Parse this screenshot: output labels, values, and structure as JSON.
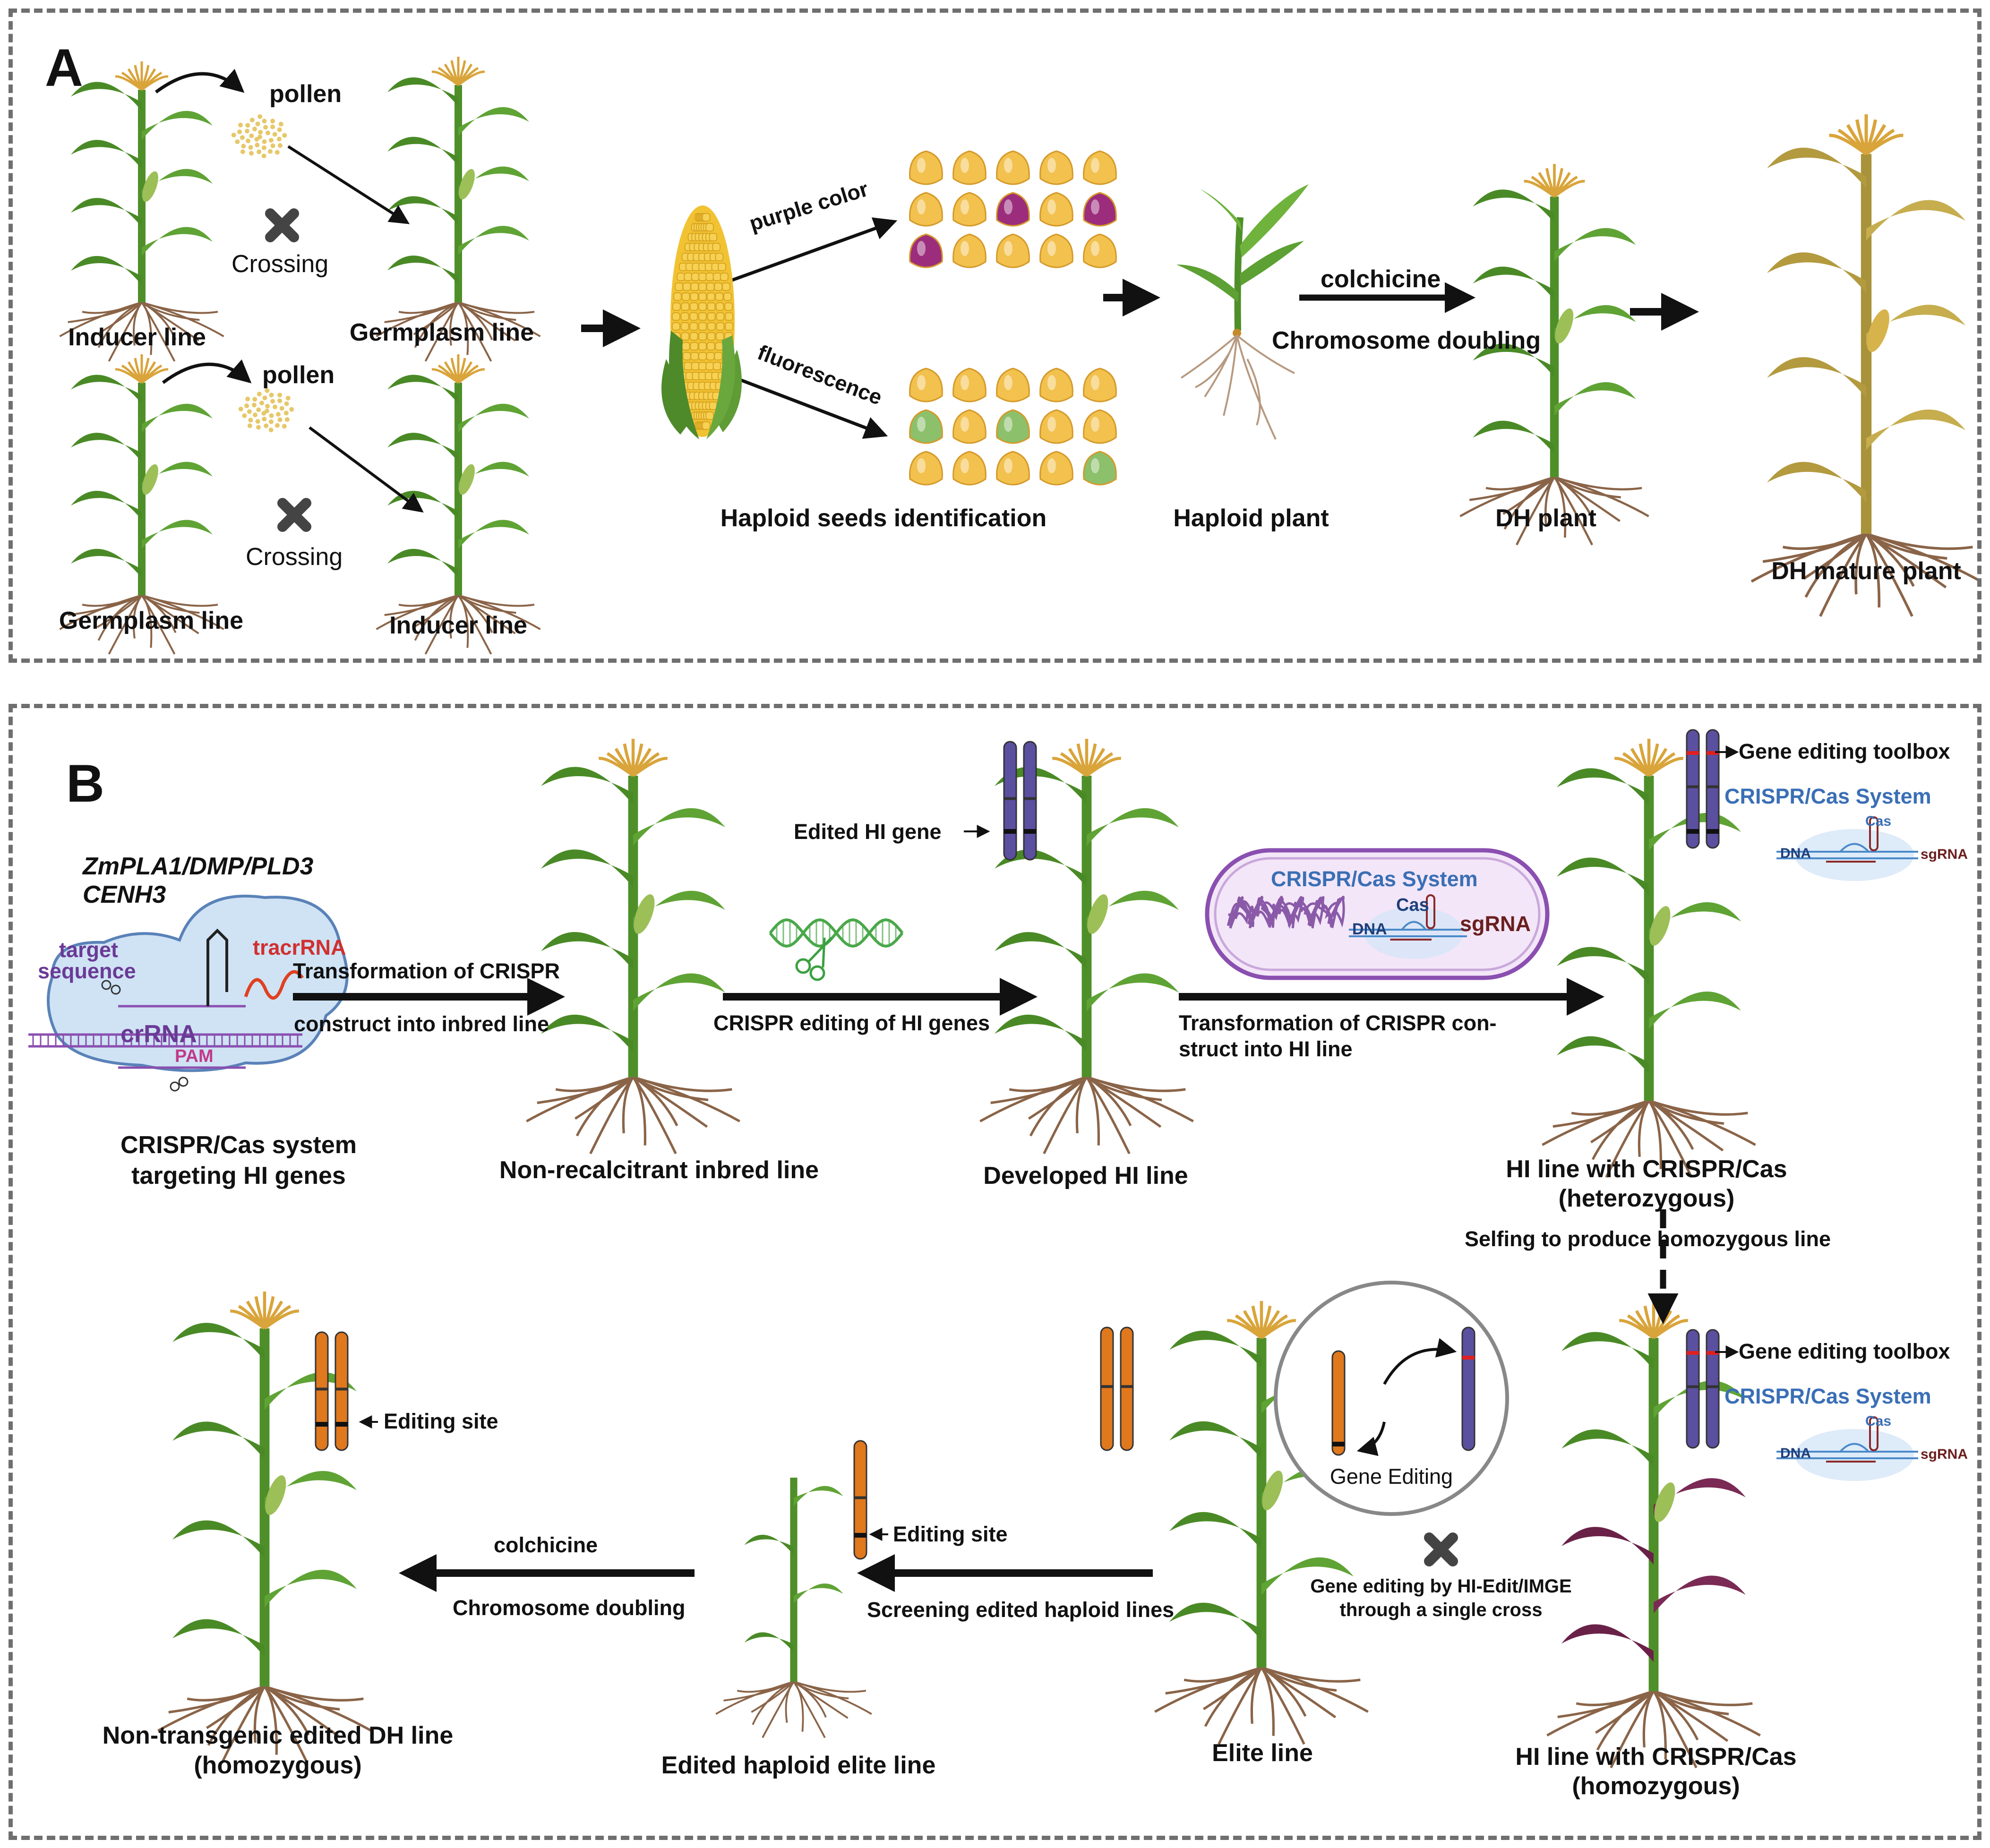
{
  "panel_a": {
    "letter": "A",
    "pollen_top": "pollen",
    "pollen_bottom": "pollen",
    "crossing_top": "Crossing",
    "crossing_bottom": "Crossing",
    "inducer_line_top": "Inducer line",
    "germplasm_line_top": "Germplasm  line",
    "germplasm_line_bottom": "Germplasm  line",
    "inducer_line_bottom": "Inducer line",
    "purple_color": "purple color",
    "fluorescence": "fluorescence",
    "haploid_seeds": "Haploid seeds identification",
    "haploid_plant": "Haploid plant",
    "colchicine": "colchicine",
    "chromosome_doubling": "Chromosome doubling",
    "dh_plant": "DH plant",
    "dh_mature": "DH mature plant",
    "purple_seed_pattern": [
      0,
      0,
      0,
      0,
      0,
      0,
      0,
      1,
      0,
      1,
      1,
      0,
      0,
      0,
      0
    ],
    "green_seed_pattern": [
      0,
      0,
      0,
      0,
      0,
      1,
      0,
      1,
      0,
      0,
      0,
      0,
      0,
      0,
      1
    ]
  },
  "panel_b": {
    "letter": "B",
    "genes_line1": "ZmPLA1/DMP/PLD3",
    "genes_line2": "CENH3",
    "target_sequence_1": "target",
    "target_sequence_2": "sequence",
    "tracrrna": "tracrRNA",
    "crrna": "crRNA",
    "pam": "PAM",
    "crispr_system_1": "CRISPR/Cas system",
    "crispr_system_2": "targeting HI genes",
    "transform_1": "Transformation of CRISPR",
    "transform_2": "construct into inbred line",
    "nonrecalcitrant": "Non-recalcitrant inbred line",
    "edited_hi_gene": "Edited HI gene",
    "crispr_editing_hi": "CRISPR editing of HI genes",
    "developed_hi": "Developed HI line",
    "cell_title": "CRISPR/Cas System",
    "cell_dna": "DNA",
    "cell_cas": "Cas",
    "cell_sgrna": "sgRNA",
    "transform_hi_1": "Transformation of CRISPR con-",
    "transform_hi_2": "struct into HI line",
    "toolbox_top": "Gene editing toolbox",
    "system_top": "CRISPR/Cas System",
    "dna_top": "DNA",
    "cas_top": "Cas",
    "sgrna_top": "sgRNA",
    "hi_het_1": "HI line with CRISPR/Cas",
    "hi_het_2": "(heterozygous)",
    "selfing": "Selfing to produce homozygous line",
    "toolbox_bottom": "Gene editing toolbox",
    "system_bottom": "CRISPR/Cas System",
    "dna_bottom": "DNA",
    "cas_bottom": "Cas",
    "sgrna_bottom": "sgRNA",
    "hi_hom_1": "HI line with CRISPR/Cas",
    "hi_hom_2": "(homozygous)",
    "gene_editing": "Gene Editing",
    "hi_edit_1": "Gene editing by HI-Edit/IMGE",
    "hi_edit_2": "through a single cross",
    "elite_line": "Elite line",
    "screening": "Screening edited haploid lines",
    "editing_site_mid": "Editing site",
    "edited_haploid": "Edited haploid elite line",
    "colchicine_b": "colchicine",
    "chromosome_doubling_b": "Chromosome doubling",
    "editing_site_left": "Editing site",
    "nontransgenic_1": "Non-transgenic edited DH line",
    "nontransgenic_2": "(homozygous)"
  },
  "colors": {
    "border": "#6f6f6f",
    "plant_green": "#4f8f2a",
    "tassel": "#d9a43a",
    "root": "#8a6448",
    "seed_yellow": "#f2c14e",
    "seed_purple": "#9b2d7c",
    "seed_green": "#8cc06b",
    "chromosome_purple": "#5b4fa0",
    "chromosome_orange": "#e0781e",
    "blue_text": "#3a6fb5",
    "purple_text": "#6a3a95",
    "red_text": "#d03030"
  }
}
